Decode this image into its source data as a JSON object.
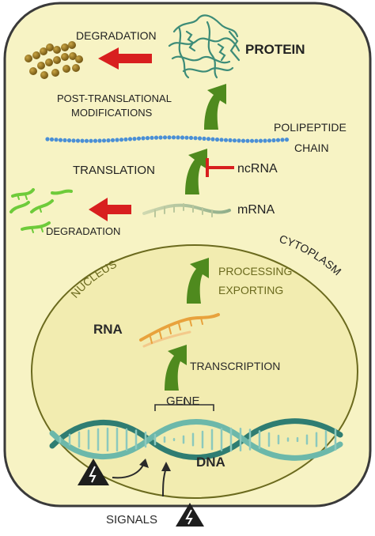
{
  "labels": {
    "degradation_top": "DEGRADATION",
    "protein": "PROTEIN",
    "ptm_line1": "POST-TRANSLATIONAL",
    "ptm_line2": "MODIFICATIONS",
    "polipeptide_line1": "POLIPEPTIDE",
    "polipeptide_line2": "CHAIN",
    "translation": "TRANSLATION",
    "ncrna": "ncRNA",
    "mrna": "mRNA",
    "degradation_bottom": "DEGRADATION",
    "cytoplasm": "CYTOPLASM",
    "nucleus": "NUCLEUS",
    "processing": "PROCESSING",
    "exporting": "EXPORTING",
    "rna": "RNA",
    "transcription": "TRANSCRIPTION",
    "gene": "GENE",
    "dna": "DNA",
    "signals": "SIGNALS"
  },
  "colors": {
    "cell_fill": "#f7f3c4",
    "cell_border": "#3a3a3a",
    "nucleus_fill": "#f2ecb0",
    "nucleus_border": "#6b6a1e",
    "green_arrow": "#4f8a1e",
    "red_arrow": "#d81f1f",
    "rna_orange": "#e8a23c",
    "dna_teal": "#3f8c80",
    "peptide_blue": "#4a8fd6",
    "degraded_green": "#6ecb3a",
    "amino_brown": "#8a6a14"
  }
}
